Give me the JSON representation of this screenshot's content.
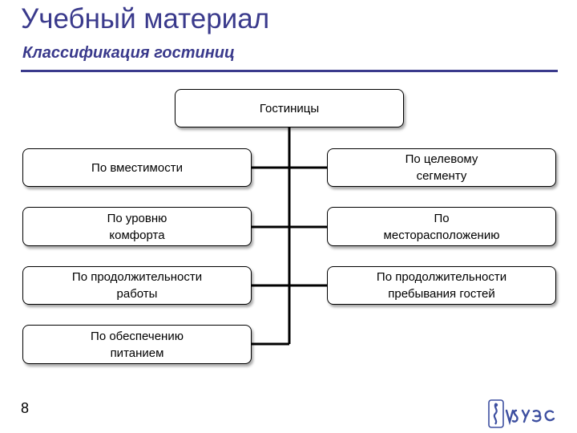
{
  "header": {
    "title": "Учебный материал",
    "subtitle": "Классификация гостиниц"
  },
  "diagram": {
    "root": "Гостиницы",
    "left": [
      "По вместимости",
      "По уровню\nкомфорта",
      "По продолжительности\nработы",
      "По обеспечению\nпитанием"
    ],
    "right": [
      "По целевому\nсегменту",
      "По\nместорасположению",
      "По продолжительности\nпребывания гостей"
    ]
  },
  "footer": {
    "page_number": "8",
    "logo_icon": "vguès-logo-icon"
  },
  "colors": {
    "title": "#3a3a8c",
    "rule": "#3a3a8c",
    "logo": "#3d4fa0"
  }
}
